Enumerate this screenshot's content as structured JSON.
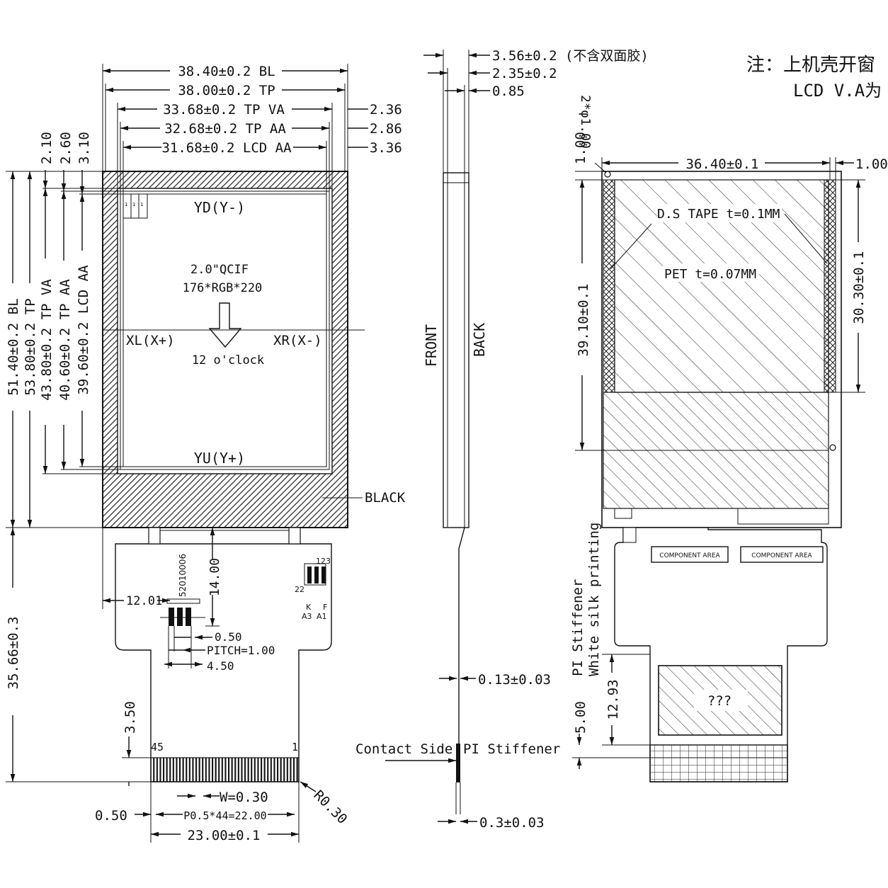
{
  "note": {
    "line1": "注：上机壳开窗",
    "line2": "LCD V.A为"
  },
  "front_view": {
    "dims_horizontal": {
      "bl": "38.40±0.2 BL",
      "tp": "38.00±0.2 TP",
      "tp_va": "33.68±0.2 TP VA",
      "tp_aa": "32.68±0.2 TP AA",
      "lcd_aa": "31.68±0.2 LCD AA",
      "right_236": "2.36",
      "right_286": "2.86",
      "right_336": "3.36"
    },
    "dims_top_vertical": [
      "2.10",
      "2.60",
      "3.10"
    ],
    "dims_vertical": {
      "bl": "51.40±0.2 BL",
      "tp": "53.80±0.2 TP",
      "tp_va": "43.80±0.2 TP VA",
      "tp_aa": "40.60±0.2 TP AA",
      "lcd_aa": "39.60±0.2 LCD AA",
      "fpc": "35.66±0.3"
    },
    "screen": {
      "yd": "YD(Y-)",
      "yu": "YU(Y+)",
      "xl": "XL(X+)",
      "xr": "XR(X-)",
      "size": "2.0\"QCIF",
      "resolution": "176*RGB*220",
      "orientation": "12 o'clock",
      "black_label": "BLACK",
      "pin_marks": [
        "1",
        "1",
        "1"
      ]
    },
    "fpc": {
      "part_no": "52010006",
      "d1401": "14.00",
      "d1201": "12.01",
      "d050": "0.50",
      "pitch": "PITCH=1.00",
      "d450": "4.50",
      "pin_nums": [
        "1",
        "2",
        "3"
      ],
      "pin_22": "22",
      "k": "K",
      "f": "F",
      "a3": "A3",
      "a1": "A1",
      "d350": "3.50",
      "pin45": "45",
      "pin1": "1",
      "w": "W=0.30",
      "d050b": "0.50",
      "p": "P0.5*44=22.00",
      "width": "23.00±0.1",
      "r": "R0.30"
    }
  },
  "side_view": {
    "t356": "3.56±0.2 (不含双面胶)",
    "t235": "2.35±0.2",
    "t085": "0.85",
    "front": "FRONT",
    "back": "BACK",
    "t013": "0.13±0.03",
    "contact": "Contact Side",
    "pi": "PI Stiffener",
    "t03": "0.3±0.03"
  },
  "back_view": {
    "hole": "2*φ1.00",
    "d100a": "1.00",
    "width": "36.40±0.1",
    "d100b": "1.00",
    "tape": "D.S TAPE t=0.1MM",
    "pet": "PET t=0.07MM",
    "h3910": "39.10±0.1",
    "h3030": "30.30±0.1",
    "component1": "COMPONENT AREA",
    "component2": "COMPONENT AREA",
    "pi_stiff": "PI Stiffener",
    "silk": "White silk printing",
    "unknown": "???",
    "h1293": "12.93",
    "h500": "5.00"
  }
}
